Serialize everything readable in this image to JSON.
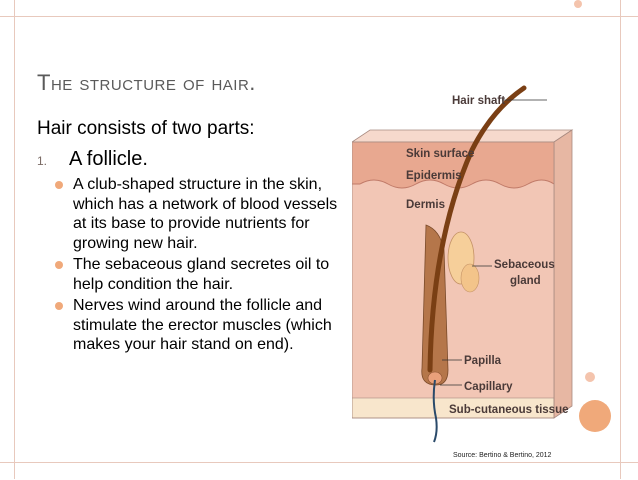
{
  "slide": {
    "title": "The structure of hair",
    "title_dot": ".",
    "intro": "Hair consists of two parts:",
    "item_number": "1.",
    "item_text": "A follicle.",
    "bullets": [
      "A club-shaped structure in the skin, which has a network of blood vessels at its base to provide nutrients for growing new hair.",
      "The sebaceous gland secretes oil to help condition the hair.",
      "Nerves wind around the follicle and stimulate the erector muscles (which makes your hair stand on end)."
    ],
    "source": "Source: Bertino & Bertino, 2012"
  },
  "diagram": {
    "labels": {
      "hair_shaft": "Hair shaft",
      "skin_surface": "Skin surface",
      "epidermis": "Epidermis",
      "dermis": "Dermis",
      "sebaceous_1": "Sebaceous",
      "sebaceous_2": "gland",
      "papilla": "Papilla",
      "capillary": "Capillary",
      "subcutaneous": "Sub-cutaneous tissue"
    }
  },
  "colors": {
    "accent": "#f0a97a",
    "accent_dark": "#e9824a",
    "frame_line": "#e8c9bd",
    "skin_dermis": "#f2c6b5",
    "epidermis": "#e8a890",
    "subcutaneous": "#f8e6cc",
    "hair": "#7a3f14"
  }
}
